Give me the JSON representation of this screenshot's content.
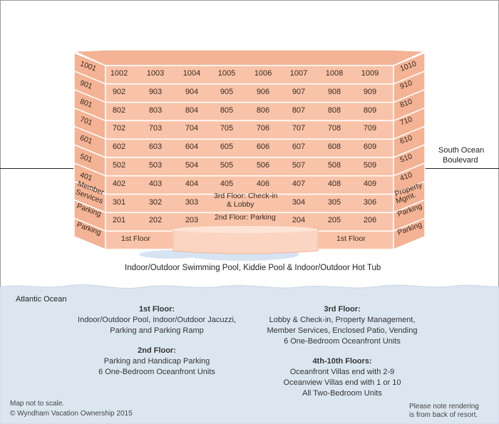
{
  "colors": {
    "building_face": "#f8c3a8",
    "building_side": "#f3b394",
    "edge": "#ffffff",
    "pool": "#fbd5c2",
    "ocean": "#dce6f1",
    "water": "#d6e3f2"
  },
  "road": {
    "name_line1": "South Ocean",
    "name_line2": "Boulevard"
  },
  "floors": [
    {
      "left": "1001",
      "rooms": [
        "1002",
        "1003",
        "1004",
        "1005",
        "1006",
        "1007",
        "1008",
        "1009"
      ],
      "right": "1010"
    },
    {
      "left": "901",
      "rooms": [
        "902",
        "903",
        "904",
        "905",
        "906",
        "907",
        "908",
        "909"
      ],
      "right": "910"
    },
    {
      "left": "801",
      "rooms": [
        "802",
        "803",
        "804",
        "805",
        "806",
        "807",
        "808",
        "809"
      ],
      "right": "810"
    },
    {
      "left": "701",
      "rooms": [
        "702",
        "703",
        "704",
        "705",
        "706",
        "707",
        "708",
        "709"
      ],
      "right": "710"
    },
    {
      "left": "601",
      "rooms": [
        "602",
        "603",
        "604",
        "605",
        "606",
        "607",
        "608",
        "609"
      ],
      "right": "610"
    },
    {
      "left": "501",
      "rooms": [
        "502",
        "503",
        "504",
        "505",
        "506",
        "507",
        "508",
        "509"
      ],
      "right": "510"
    },
    {
      "left": "401",
      "rooms": [
        "402",
        "403",
        "404",
        "405",
        "406",
        "407",
        "408",
        "409"
      ],
      "right": "410"
    }
  ],
  "floor3": {
    "left_line1": "Member",
    "left_line2": "Services",
    "rooms_left": [
      "301",
      "302",
      "303"
    ],
    "center_line1": "3rd Floor: Check-in",
    "center_line2": "& Lobby",
    "rooms_right": [
      "304",
      "305",
      "306"
    ],
    "right_line1": "Property",
    "right_line2": "Mgmt."
  },
  "floor2": {
    "left": "Parking",
    "rooms_left": [
      "201",
      "202",
      "203"
    ],
    "center": "2nd Floor: Parking",
    "rooms_right": [
      "204",
      "205",
      "206"
    ],
    "right": "Parking"
  },
  "floor1": {
    "left": "Parking",
    "left_label": "1st Floor",
    "right_label": "1st Floor",
    "right": "Parking"
  },
  "pool_caption": "Indoor/Outdoor Swimming Pool, Kiddie Pool & Indoor/Outdoor Hot Tub",
  "ocean_label": "Atlantic Ocean",
  "legend": {
    "f1": {
      "title": "1st Floor:",
      "lines": [
        "Indoor/Outdoor Pool, Indoor/Outdoor Jacuzzi,",
        "Parking and Parking Ramp"
      ]
    },
    "f2": {
      "title": "2nd Floor:",
      "lines": [
        "Parking and Handicap Parking",
        "6 One-Bedroom Oceanfront Units"
      ]
    },
    "f3": {
      "title": "3rd Floor:",
      "lines": [
        "Lobby & Check-in, Property Management,",
        "Member Services, Enclosed Patio, Vending",
        "6 One-Bedroom Oceanfront Units"
      ]
    },
    "f4": {
      "title": "4th-10th Floors:",
      "lines": [
        "Oceanfront Villas end with 2-9",
        "Oceanview Villas end with 1 or 10",
        "All Two-Bedroom Units"
      ]
    }
  },
  "footer": {
    "scale": "Map not to scale.",
    "copyright": "© Wyndham Vacation Ownership 2015",
    "note_line1": "Please note rendering",
    "note_line2": "is from back of resort."
  }
}
